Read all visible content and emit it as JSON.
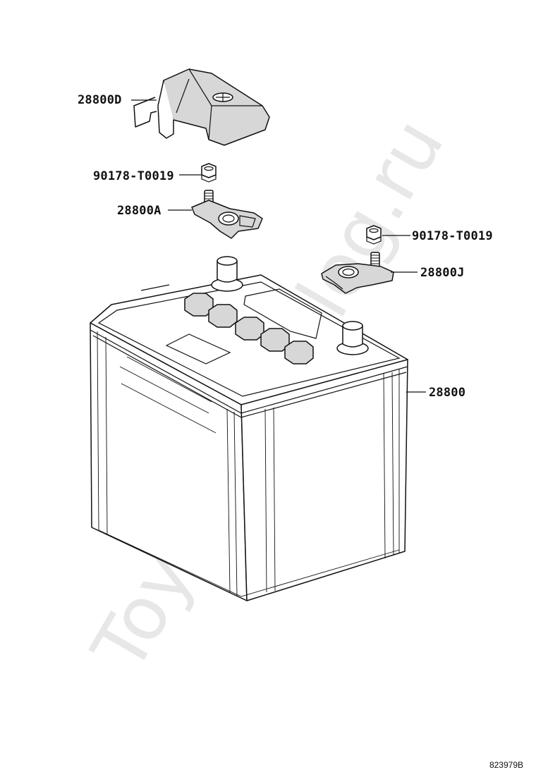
{
  "watermark": "ToyotaCatalog.ru",
  "figure_number": "823979B",
  "callouts": {
    "cover": "28800D",
    "nut_upper": "90178-T0019",
    "clamp_a": "28800A",
    "nut_right": "90178-T0019",
    "clamp_j": "28800J",
    "battery": "28800"
  }
}
